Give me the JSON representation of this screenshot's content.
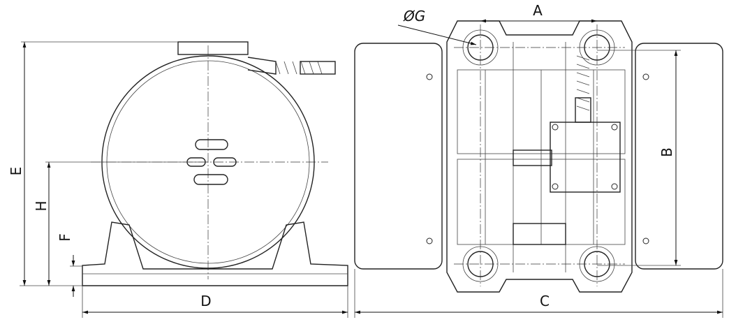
{
  "title": "Vibration motor dimension drawing",
  "labels": {
    "A": "A",
    "B": "B",
    "C": "C",
    "D": "D",
    "E": "E",
    "F": "F",
    "H": "H",
    "G": "ØG"
  }
}
